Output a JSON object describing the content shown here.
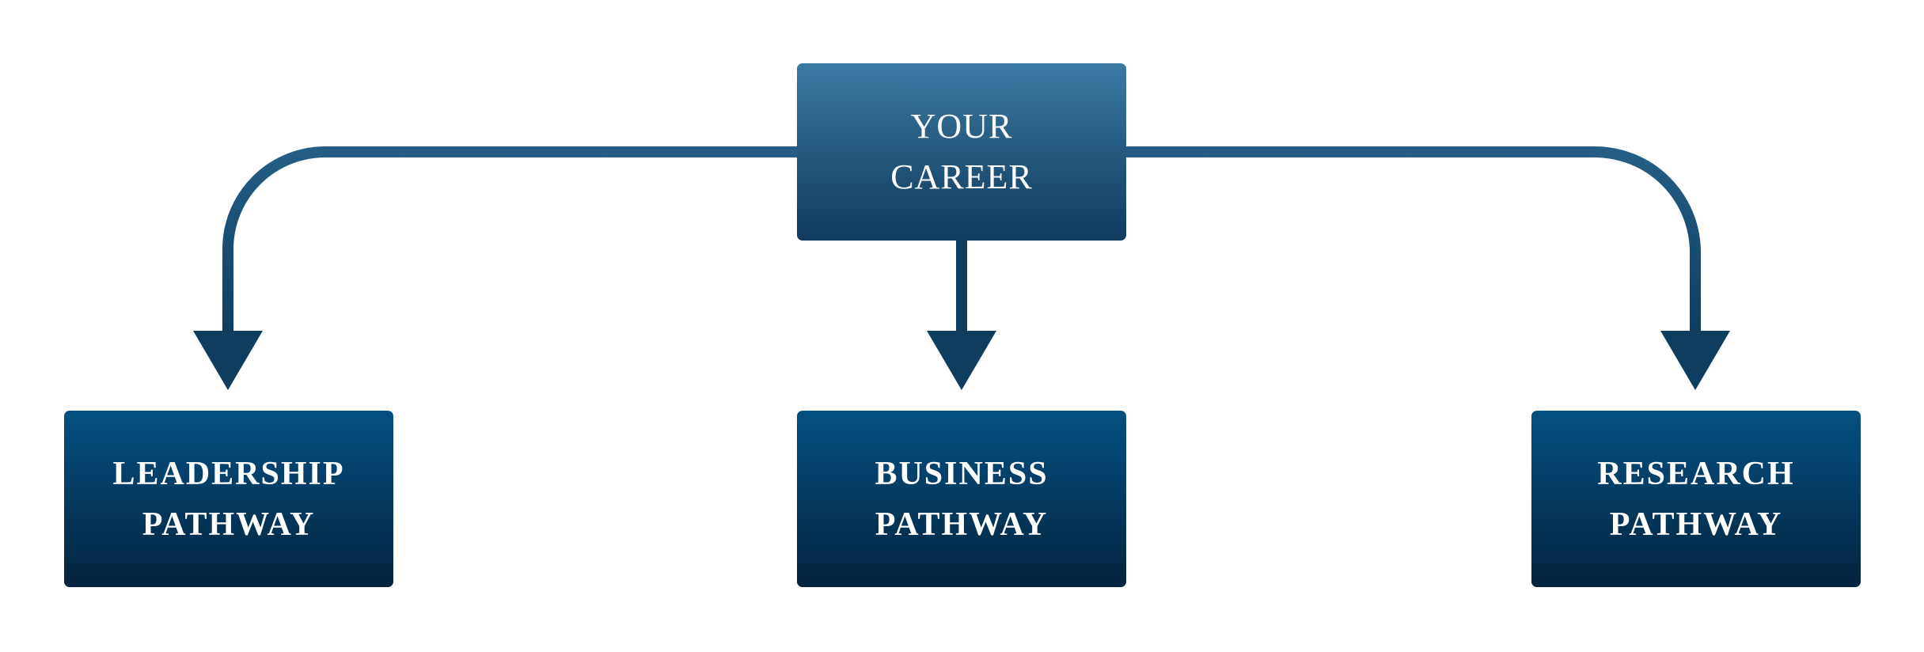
{
  "root": {
    "line1": "YOUR",
    "line2": "CAREER"
  },
  "pathways": [
    {
      "line1": "LEADERSHIP",
      "line2": "PATHWAY"
    },
    {
      "line1": "BUSINESS",
      "line2": "PATHWAY"
    },
    {
      "line1": "RESEARCH",
      "line2": "PATHWAY"
    }
  ],
  "colors": {
    "connector": "#164a70",
    "arrow": "#0f3d60"
  }
}
